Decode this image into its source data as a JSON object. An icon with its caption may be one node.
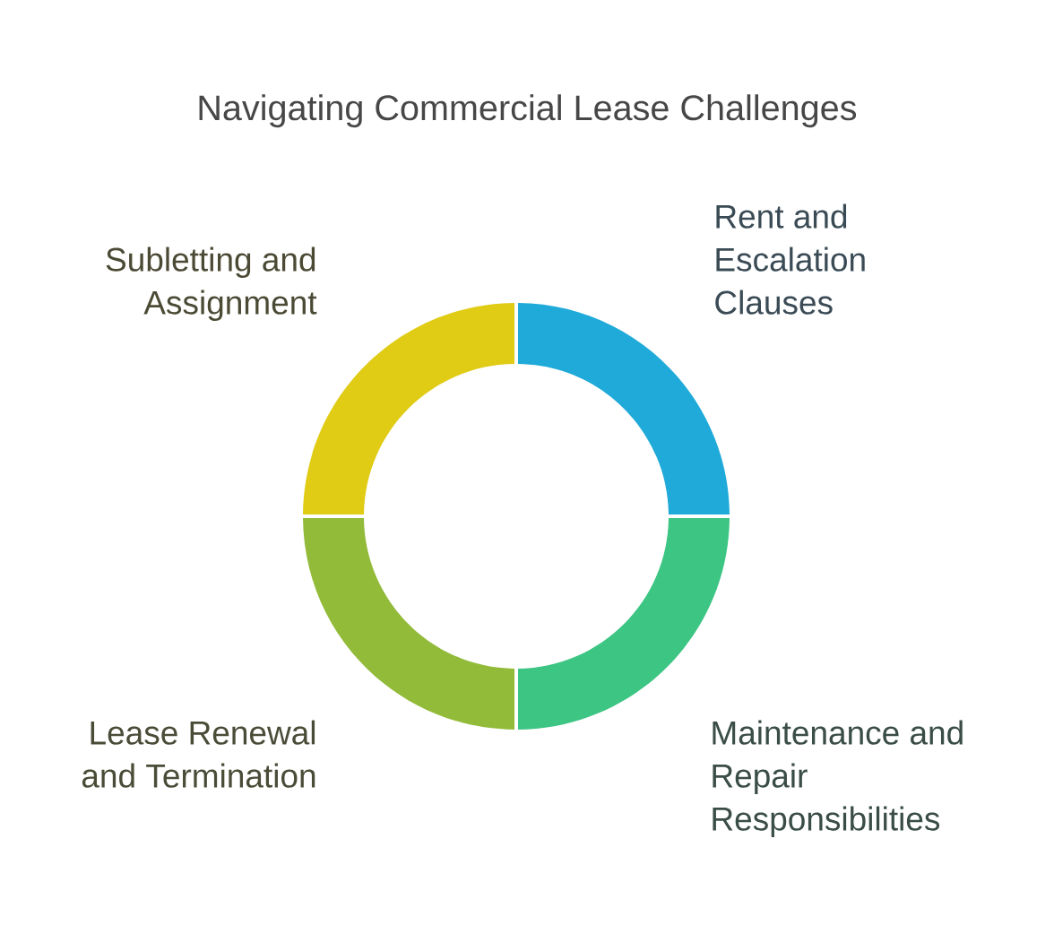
{
  "diagram": {
    "title": "Navigating Commercial Lease Challenges",
    "nodes": [
      {
        "text": [],
        "shape": "segment",
        "beside": [
          "Subletting and Assignment"
        ]
      },
      {
        "text": [],
        "shape": "segment",
        "beside": [
          "Rent and Escalation Clauses"
        ]
      },
      {
        "text": [],
        "shape": "segment",
        "beside": [
          "Lease Renewal and Termination"
        ]
      },
      {
        "text": [],
        "shape": "segment",
        "beside": [
          "Maintenance and Repair Responsibilities"
        ]
      }
    ]
  }
}
